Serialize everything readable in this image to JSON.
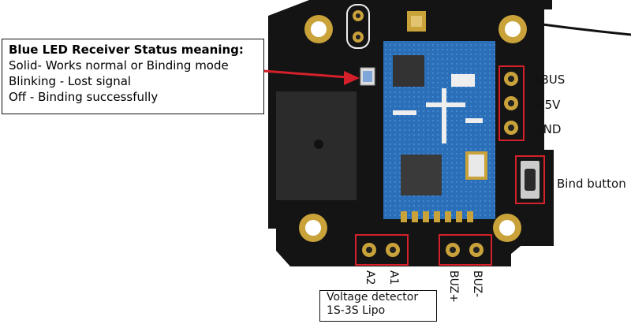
{
  "callout": {
    "title": "Blue LED Receiver Status meaning:",
    "lines": [
      "Solid- Works normal or Binding mode",
      "Blinking - Lost signal",
      "Off - Binding successfully"
    ]
  },
  "pins_right": {
    "sbus": "SBUS",
    "v5": "+5V",
    "gnd": "GND"
  },
  "bind_button_label": "Bind button",
  "bottom_pins": {
    "a2": "A2",
    "a1": "A1",
    "buz_plus": "BUZ+",
    "buz_minus": "BUZ-"
  },
  "voltage_detector": {
    "line1": "Voltage detector",
    "line2": "1S-3S Lipo"
  },
  "colors": {
    "pcb": "#141414",
    "module": "#2a6fb8",
    "gold": "#c9a23a",
    "highlight": "#d4202a",
    "buzzer": "#2b2b2b"
  }
}
